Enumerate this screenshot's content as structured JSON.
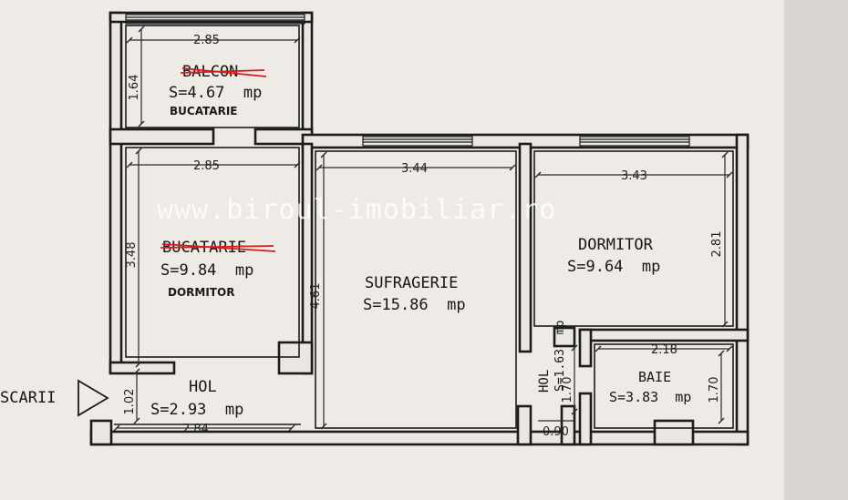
{
  "watermark": "www.biroul-imobiliar.ro",
  "entrance_label": "SCARII",
  "rooms": {
    "balcon": {
      "name": "BALCON",
      "area": "S=4.67  mp",
      "new_use": "BUCATARIE"
    },
    "bucatarie": {
      "name": "BUCATARIE",
      "area": "S=9.84  mp",
      "new_use": "DORMITOR"
    },
    "hol": {
      "name": "HOL",
      "area": "S=2.93  mp"
    },
    "sufragerie": {
      "name": "SUFRAGERIE",
      "area": "S=15.86  mp"
    },
    "dormitor": {
      "name": "DORMITOR",
      "area": "S=9.64  mp"
    },
    "hol2": {
      "name": "HOL",
      "area": "S=1.63  mp"
    },
    "baie": {
      "name": "BAIE",
      "area": "S=3.83  mp"
    }
  },
  "dimensions": {
    "balcon_width": "2.85",
    "balcon_depth": "1.64",
    "bucatarie_width": "2.85",
    "bucatarie_depth": "3.48",
    "sufragerie_width": "3.44",
    "sufragerie_depth": "4.61",
    "dormitor_width": "3.43",
    "dormitor_depth": "2.81",
    "hol_depth": "1.02",
    "hol_width": "2.84",
    "hol2_depth": "1.70",
    "hol2_width": "0.90",
    "baie_width": "2.18",
    "baie_depth": "1.70"
  }
}
